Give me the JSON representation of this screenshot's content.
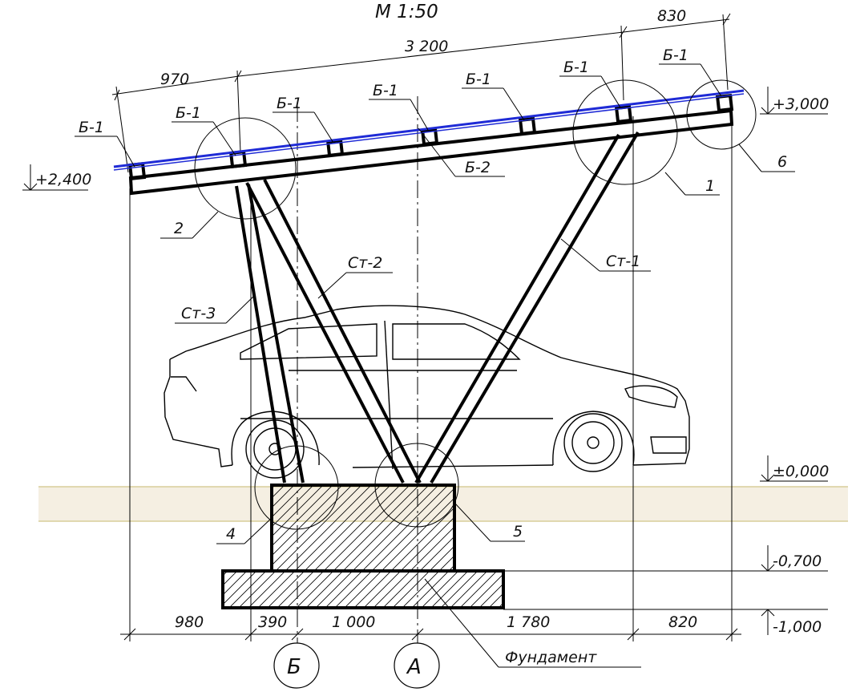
{
  "title": "М 1:50",
  "dimensions": {
    "top_total": "3 200",
    "top_left": "970",
    "top_right": "830",
    "bottom": [
      "980",
      "390",
      "1 000",
      "1 780",
      "820"
    ]
  },
  "elevations": {
    "e_2400": "+2,400",
    "e_3000": "+3,000",
    "e_0": "±0,000",
    "e_m0700": "-0,700",
    "e_m1000": "-1,000"
  },
  "labels": {
    "beam_b1": "Б-1",
    "beam_b2": "Б-2",
    "col_st1": "Ст-1",
    "col_st2": "Ст-2",
    "col_st3": "Ст-3",
    "foundation": "Фундамент"
  },
  "detail_numbers": [
    "1",
    "2",
    "4",
    "5",
    "6"
  ],
  "axes": [
    "Б",
    "А"
  ],
  "colors": {
    "panel": "#1f2bd6",
    "ground_band": "#f5efe2",
    "ground_line": "#d8ce9a",
    "line": "#000000"
  }
}
